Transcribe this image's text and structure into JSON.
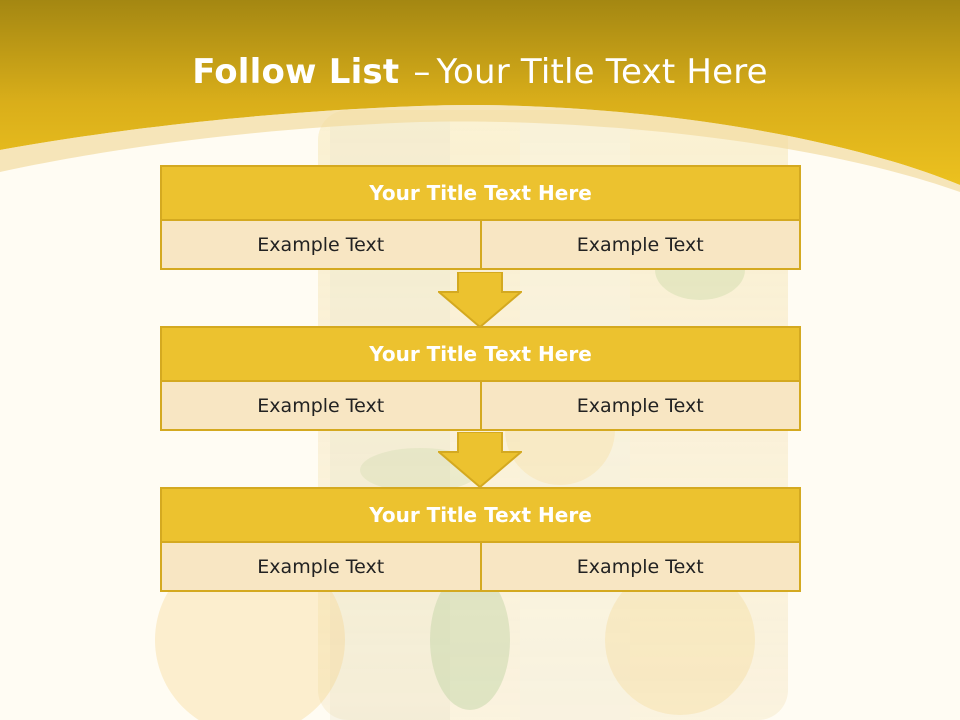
{
  "colors": {
    "header_gold": "#e8bd1c",
    "header_dark_gold": "#a48712",
    "block_title_fill": "#ecc22f",
    "block_border": "#d4a920",
    "cell_fill": "#f8e6c3",
    "background": "#fffcf3"
  },
  "title": {
    "bold_part": "Follow List",
    "separator": "–",
    "regular_part": "Your Title Text Here"
  },
  "blocks": [
    {
      "title": "Your Title Text Here",
      "left_text": "Example Text",
      "right_text": "Example Text"
    },
    {
      "title": "Your Title Text Here",
      "left_text": "Example Text",
      "right_text": "Example Text"
    },
    {
      "title": "Your Title Text Here",
      "left_text": "Example Text",
      "right_text": "Example Text"
    }
  ],
  "connectors": [
    "down-arrow",
    "down-arrow"
  ]
}
